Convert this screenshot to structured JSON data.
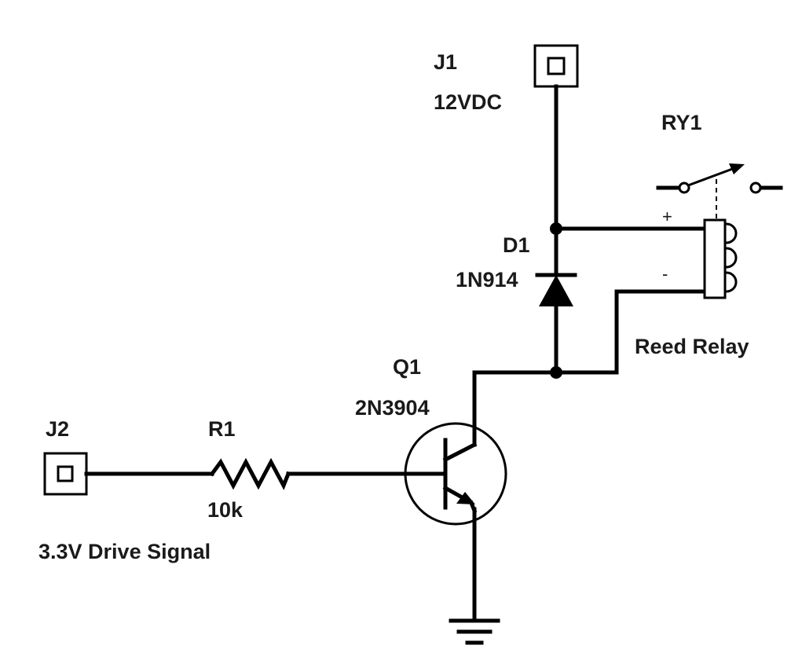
{
  "components": {
    "j1": {
      "ref": "J1",
      "value": "12VDC"
    },
    "j2": {
      "ref": "J2",
      "value": "3.3V Drive Signal"
    },
    "r1": {
      "ref": "R1",
      "value": "10k"
    },
    "q1": {
      "ref": "Q1",
      "value": "2N3904"
    },
    "d1": {
      "ref": "D1",
      "value": "1N914"
    },
    "ry1": {
      "ref": "RY1",
      "value": "Reed Relay",
      "pin_plus": "+",
      "pin_minus": "-"
    }
  }
}
